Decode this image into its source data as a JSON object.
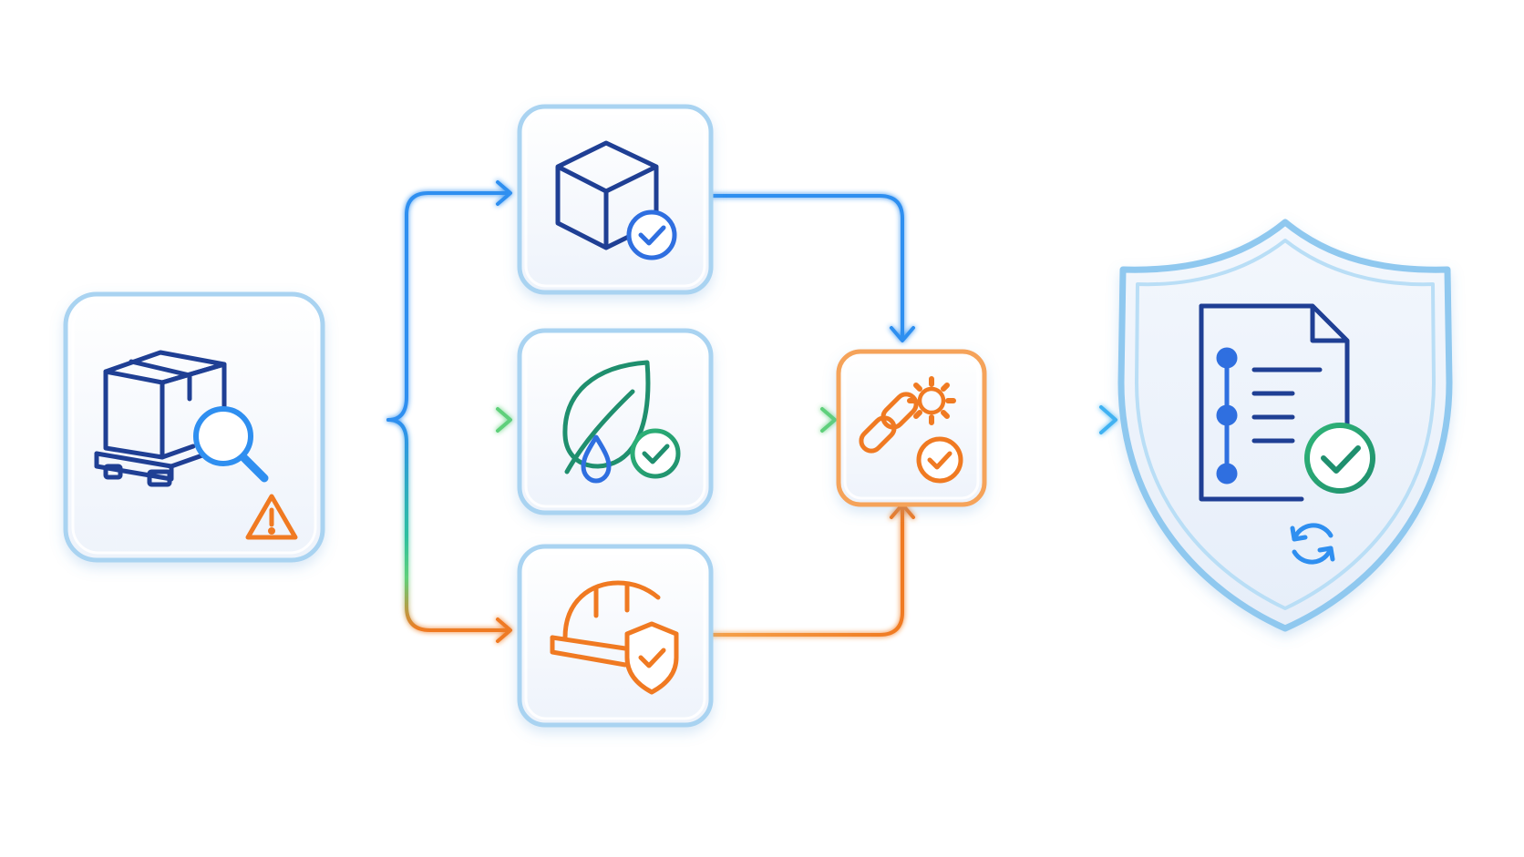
{
  "diagram": {
    "nodes": [
      {
        "id": "supplier-inspection",
        "icon": "pallet-box-search-icon",
        "badge": "warning-triangle-icon"
      },
      {
        "id": "product-compliance",
        "icon": "box-icon",
        "badge": "check-circle-icon"
      },
      {
        "id": "environmental-compliance",
        "icon": "leaf-drop-icon",
        "badge": "check-circle-icon"
      },
      {
        "id": "safety-compliance",
        "icon": "hard-hat-shield-icon",
        "badge": "shield-check-icon"
      },
      {
        "id": "integration",
        "icon": "chain-gear-icon",
        "badge": "check-circle-icon"
      },
      {
        "id": "certified-document",
        "icon": "shield-document-icon",
        "badge": "check-circle-icon"
      }
    ],
    "edges": [
      {
        "from": "supplier-inspection",
        "to": "product-compliance",
        "color": "blue"
      },
      {
        "from": "supplier-inspection",
        "to": "environmental-compliance",
        "color": "green"
      },
      {
        "from": "supplier-inspection",
        "to": "safety-compliance",
        "color": "orange"
      },
      {
        "from": "product-compliance",
        "to": "integration",
        "color": "blue"
      },
      {
        "from": "environmental-compliance",
        "to": "integration",
        "color": "green"
      },
      {
        "from": "safety-compliance",
        "to": "integration",
        "color": "orange"
      },
      {
        "from": "integration",
        "to": "certified-document",
        "color": "blue"
      }
    ]
  },
  "colors": {
    "navy": "#1f3f94",
    "blue": "#2f8ff0",
    "sky": "#52b6f5",
    "green": "#28a86a",
    "teal": "#1f8f6e",
    "orange": "#f07a22",
    "card_border": "#9fcdef"
  }
}
